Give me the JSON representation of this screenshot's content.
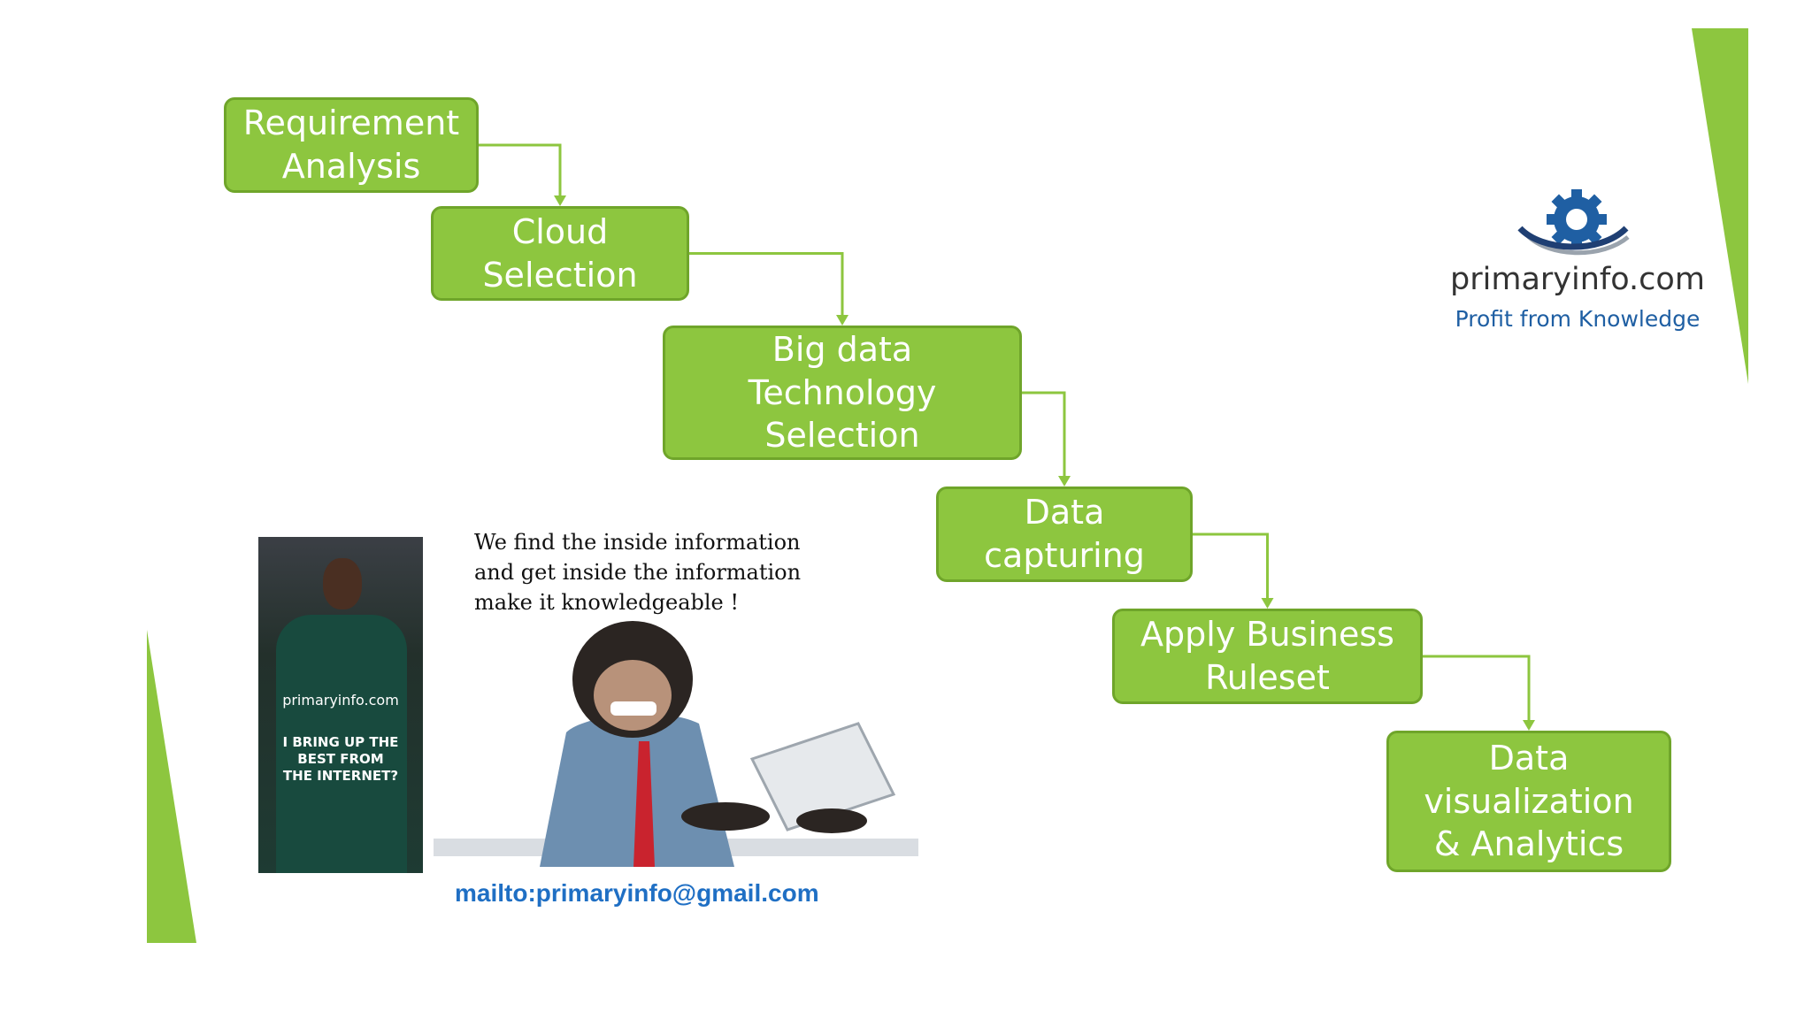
{
  "colors": {
    "accent": "#8dc63f",
    "accent_border": "#6fa52a",
    "connector": "#8dc63f",
    "brand_blue": "#1f5fa3",
    "email_blue": "#1f6fc4"
  },
  "process_steps": [
    {
      "label": "Requirement\nAnalysis"
    },
    {
      "label": "Cloud\nSelection"
    },
    {
      "label": "Big data\nTechnology\nSelection"
    },
    {
      "label": "Data\ncapturing"
    },
    {
      "label": "Apply Business\nRuleset"
    },
    {
      "label": "Data\nvisualization\n&  Analytics"
    }
  ],
  "brand": {
    "icon": "gear-swoosh-logo",
    "name": "primaryinfo.com",
    "tagline": "Profit from Knowledge"
  },
  "message": {
    "lines": [
      "We find the inside information",
      "and get inside the information",
      "make it knowledgeable !"
    ]
  },
  "contact": {
    "email": "mailto:primaryinfo@gmail.com"
  },
  "photo": {
    "site": "primaryinfo.com",
    "slogan": "I BRING UP THE\nBEST FROM\nTHE INTERNET?"
  }
}
